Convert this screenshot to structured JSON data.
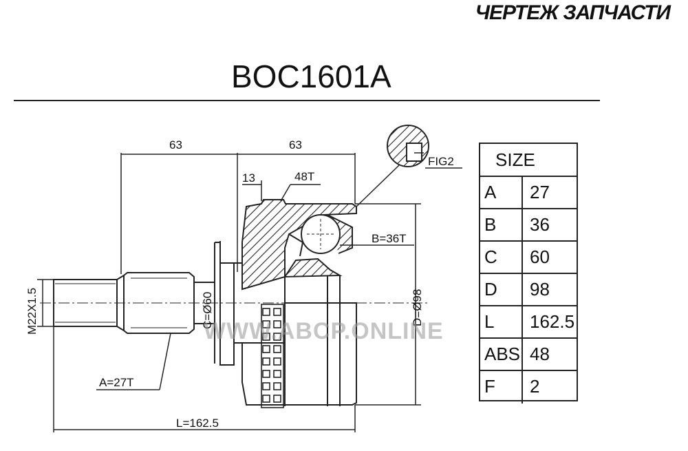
{
  "header": {
    "title": "ЧЕРТЕЖ ЗАПЧАСТИ"
  },
  "part": {
    "number": "BOC1601A"
  },
  "drawing": {
    "dim_left_length": "63",
    "dim_right_length": "63",
    "dim_flange": "13",
    "dim_abs_teeth": "48T",
    "fig_label": "FIG2",
    "inner_spline": "B=36T",
    "outer_spline": "A=27T",
    "thread": "M22X1.5",
    "seal_diameter": "C=Ø60",
    "outer_diameter": "D=Ø98",
    "total_length": "L=162.5"
  },
  "watermark": "WWW.ABCP.ONLINE",
  "spec_table": {
    "header": "SIZE",
    "rows": [
      {
        "key": "A",
        "value": "27"
      },
      {
        "key": "B",
        "value": "36"
      },
      {
        "key": "C",
        "value": "60"
      },
      {
        "key": "D",
        "value": "98"
      },
      {
        "key": "L",
        "value": "162.5"
      },
      {
        "key": "ABS",
        "value": "48"
      },
      {
        "key": "F",
        "value": "2"
      }
    ]
  }
}
